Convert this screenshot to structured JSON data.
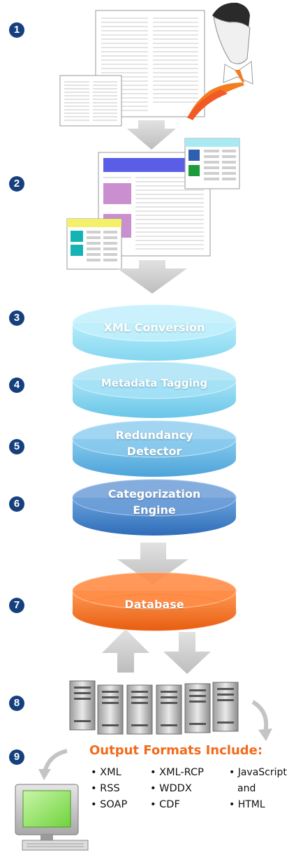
{
  "steps": [
    "1",
    "2",
    "3",
    "4",
    "5",
    "6",
    "7",
    "8",
    "9"
  ],
  "stages": {
    "xml_conversion": "XML Conversion",
    "metadata_tagging": "Metadata Tagging",
    "redundancy_line1": "Redundancy",
    "redundancy_line2": "Detector",
    "categorization_line1": "Categorization",
    "categorization_line2": "Engine",
    "database": "Database"
  },
  "output": {
    "title": "Output Formats Include:",
    "col1": [
      "• XML",
      "• RSS",
      "• SOAP"
    ],
    "col2": [
      "• XML-RCP",
      "• WDDX",
      "• CDF"
    ],
    "col3": [
      "• JavaScript",
      "and",
      "• HTML"
    ]
  },
  "colors": {
    "badge": "#16407d",
    "disc_light": "#9fe0f3",
    "disc_mid": "#5fbde3",
    "disc_dark": "#3f7ec4",
    "database": "#f26a1b",
    "arrow": "#cfcfcf",
    "title_orange": "#f26a1b"
  },
  "icons": [
    "documents-icon",
    "businessman-icon",
    "web-page-icon",
    "server-icon",
    "computer-monitor-icon",
    "curved-arrow-icon"
  ]
}
